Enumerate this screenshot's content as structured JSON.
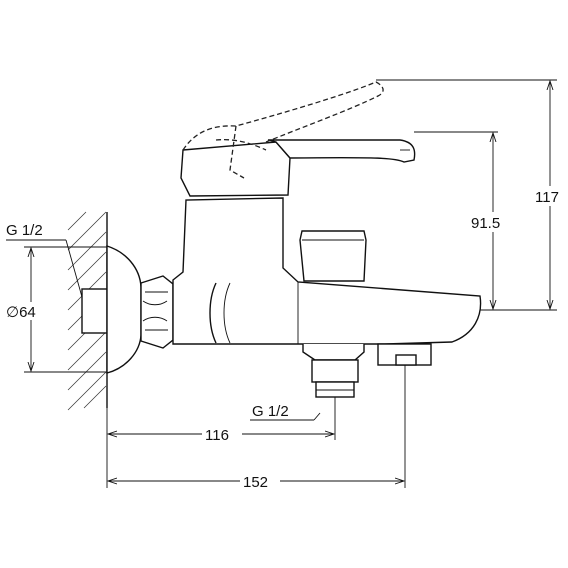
{
  "dimensions": {
    "inlet_thread": "G 1/2",
    "flange_diameter": "∅64",
    "outlet_thread": "G 1/2",
    "spout_projection": "116",
    "overall_projection": "152",
    "lever_height": "91.5",
    "max_lever_height": "117"
  }
}
